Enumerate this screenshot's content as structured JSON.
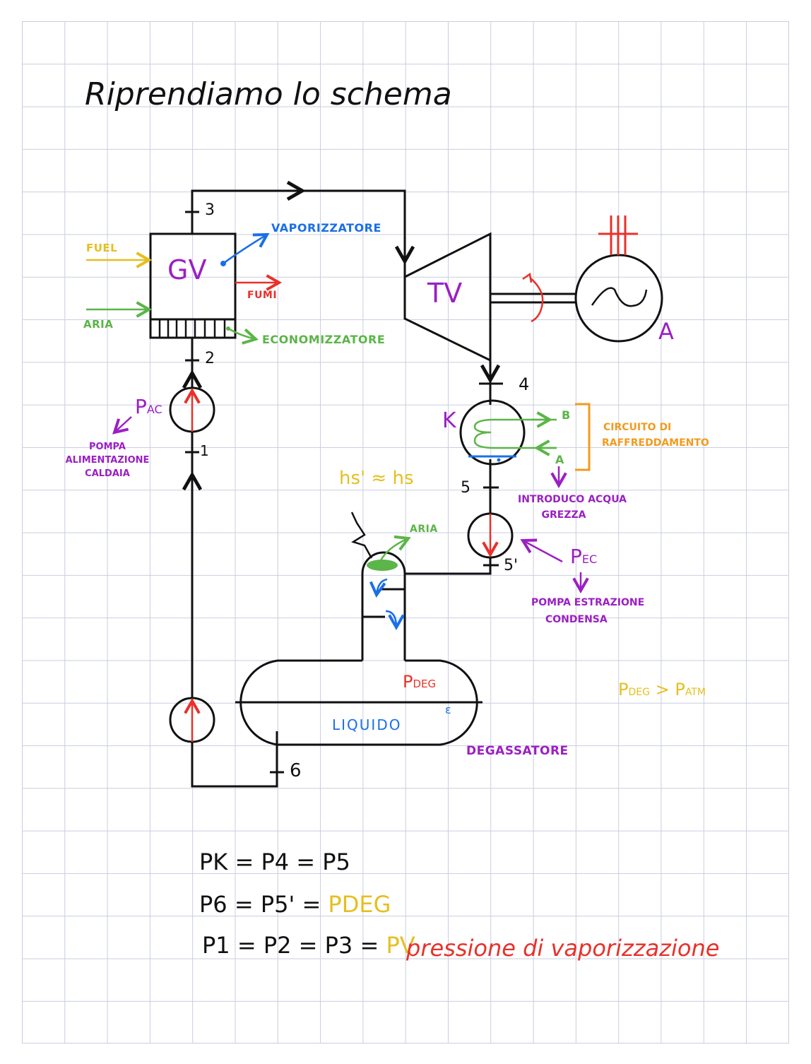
{
  "title": "Riprendiamo lo schema",
  "colors": {
    "ink": "#111111",
    "purple": "#9b1fc4",
    "blue": "#1a6fe8",
    "red": "#e8312a",
    "green": "#5bb548",
    "yellow": "#e6bf1f",
    "orange": "#f29b1c",
    "grid": "#c9cde0"
  },
  "components": {
    "boiler": "GV",
    "turbine": "TV",
    "alternator": "A",
    "condenser": "K",
    "feed_pump": "PAC",
    "extraction_pump": "PEC",
    "deaerator_pressure": "PDEG"
  },
  "labels": {
    "fuel": "FUEL",
    "aria_in": "ARIA",
    "fumi": "FUMI",
    "vaporizzatore": "VAPORIZZATORE",
    "economizzatore": "ECONOMIZZATORE",
    "feed_pump_desc": [
      "POMPA",
      "ALIMENTAZIONE",
      "CALDAIA"
    ],
    "cooling_circuit": [
      "CIRCUITO DI",
      "RAFFREDDAMENTO"
    ],
    "cooling_in": "A",
    "cooling_out": "B",
    "raw_water": [
      "INTRODUCO ACQUA",
      "GREZZA"
    ],
    "enthalpy": "hs' ≈ hs",
    "aria_out": "ARIA",
    "extraction_pump_desc": [
      "POMPA ESTRAZIONE",
      "CONDENSA"
    ],
    "liquid": "LIQUIDO",
    "deaerator": "DEGASSATORE",
    "pdeg_relation": "PDEG > PATM"
  },
  "points": [
    "1",
    "2",
    "3",
    "4",
    "5",
    "5'",
    "6"
  ],
  "equations": [
    {
      "lhs": "PK = P4 = P5",
      "rhs": ""
    },
    {
      "lhs": "P6 = P5' = ",
      "rhs": "PDEG"
    },
    {
      "lhs": "P1 = P2 = P3 = ",
      "rhs": "PV"
    }
  ],
  "note": "pressione di vaporizzazione"
}
